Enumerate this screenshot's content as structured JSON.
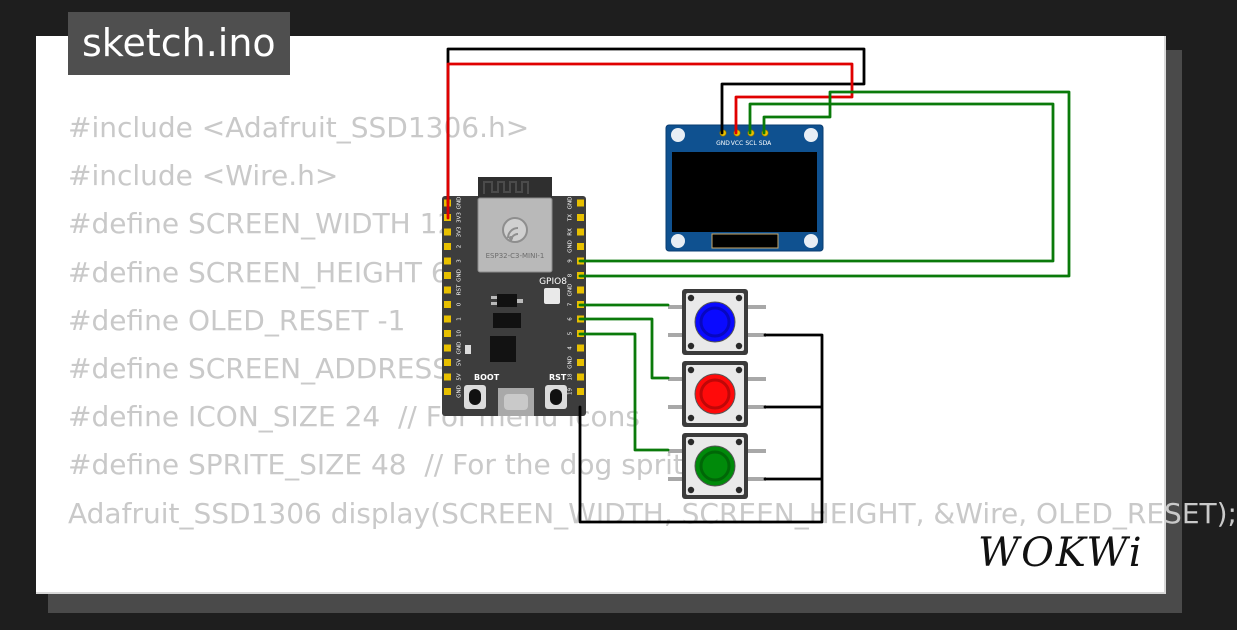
{
  "file_tab": {
    "title": "sketch.ino"
  },
  "code_lines": [
    "#include <Adafruit_SSD1306.h>",
    "#include <Wire.h>",
    "",
    "#define SCREEN_WIDTH 128",
    "#define SCREEN_HEIGHT 64",
    "#define OLED_RESET -1",
    "#define SCREEN_ADDRESS 0x3C",
    "#define ICON_SIZE 24  // For menu icons",
    "#define SPRITE_SIZE 48  // For the dog sprite",
    "",
    "Adafruit_SSD1306 display(SCREEN_WIDTH, SCREEN_HEIGHT, &Wire, OLED_RESET);"
  ],
  "board": {
    "module_label": "ESP32-C3-MINI-1",
    "gpio_label": "GPIO8",
    "boot_label": "BOOT",
    "rst_label": "RST",
    "left_pins": [
      "GND",
      "3V3",
      "3V3",
      "2",
      "3",
      "GND",
      "RST",
      "0",
      "1",
      "10",
      "GND",
      "5V",
      "5V",
      "GND"
    ],
    "right_pins": [
      "GND",
      "TX",
      "RX",
      "GND",
      "9",
      "8",
      "GND",
      "7",
      "6",
      "5",
      "4",
      "GND",
      "18",
      "19"
    ]
  },
  "oled": {
    "pins": [
      "GND",
      "VCC",
      "SCL",
      "SDA"
    ]
  },
  "buttons": [
    {
      "color": "blue",
      "hex": "#0a0aff"
    },
    {
      "color": "red",
      "hex": "#ff0a0a"
    },
    {
      "color": "green",
      "hex": "#008a0a"
    }
  ],
  "wires": {
    "power_hex": "#e00000",
    "ground_hex": "#000000",
    "signal_hex": "#0a7a0a"
  },
  "logo": {
    "text": "WOKWi"
  }
}
